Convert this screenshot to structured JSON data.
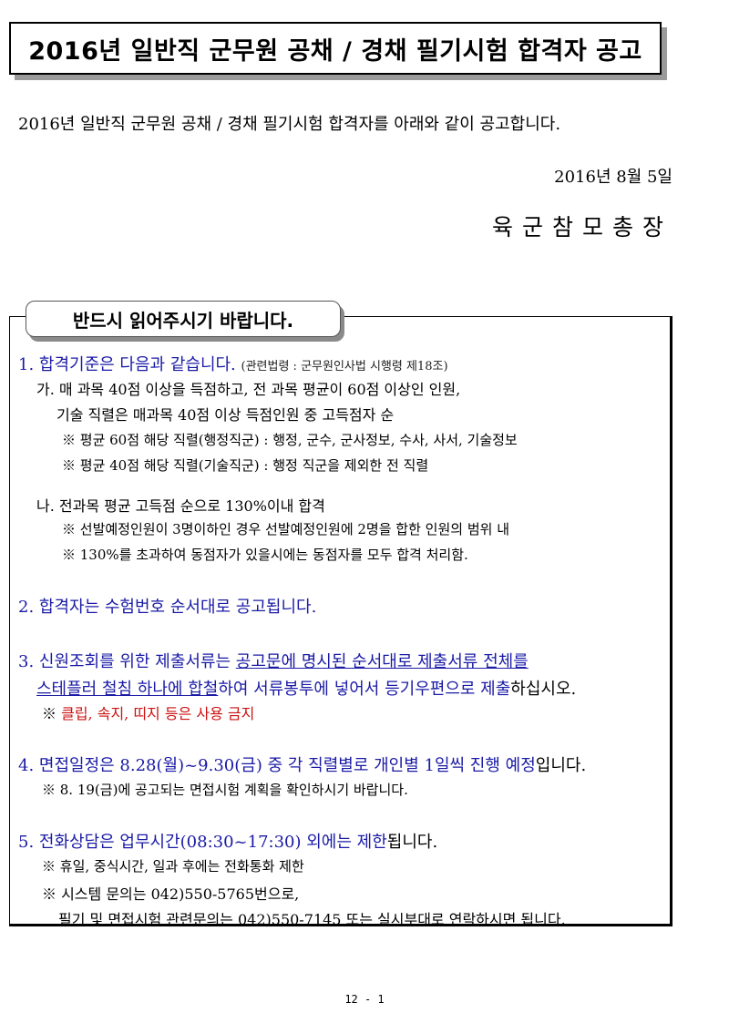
{
  "title": "2016년 일반직 군무원 공채 / 경채 필기시험 합격자 공고",
  "intro": "2016년 일반직 군무원 공채 / 경채 필기시험 합격자를 아래와 같이 공고합니다.",
  "date": "2016년 8월 5일",
  "issuer": "육군참모총장",
  "notice_tab": "반드시 읽어주시기 바랍니다.",
  "s1": {
    "head": "1. 합격기준은 다음과 같습니다.",
    "ref": "(관련법령 : 군무원인사법 시행령 제18조)",
    "a1": "가. 매 과목 40점 이상을 득점하고, 전 과목 평균이 60점 이상인 인원,",
    "a2": "기술 직렬은 매과목 40점 이상 득점인원 중 고득점자 순",
    "n1": "※ 평균 60점 해당 직렬(행정직군) : 행정, 군수, 군사정보, 수사, 사서, 기술정보",
    "n2": "※ 평균 40점 해당 직렬(기술직군) : 행정 직군을 제외한 전 직렬",
    "b1": "나. 전과목 평균 고득점 순으로 130%이내 합격",
    "n3": "※ 선발예정인원이 3명이하인 경우 선발예정인원에 2명을 합한 인원의 범위 내",
    "n4": "※ 130%를 초과하여 동점자가 있을시에는 동점자를 모두 합격 처리함."
  },
  "s2": {
    "head": "2. 합격자는 수험번호 순서대로 공고됩니다."
  },
  "s3": {
    "l1a": "3. 신원조회를 위한 제출서류는 ",
    "l1b": "공고문에 명시된 순서대로 제출서류 전체를",
    "l2a": "스테플러 철침 하나에 합철",
    "l2b": "하여 서류봉투에 넣어서 등기우편으로 제출",
    "l2c": "하십시오.",
    "note_mark": "※",
    "note_text": "클립, 속지, 띠지 등은 사용 금지"
  },
  "s4": {
    "head_a": "4. 면접일정은 8.28(월)~9.30(금) 중 각 직렬별로 개인별 1일씩 진행 예정",
    "head_b": "입니다.",
    "n1": "※ 8. 19(금)에 공고되는 면접시험 계획을 확인하시기 바랍니다."
  },
  "s5": {
    "head_a": "5. 전화상담은 업무시간(08:30~17:30) 외에는 제한",
    "head_b": "됩니다.",
    "n1": "※ 휴일, 중식시간, 일과 후에는 전화통화 제한",
    "n2": "※ 시스템 문의는 042)550-5765번으로,",
    "n3": "필기 및 면접시험 관련문의는 042)550-7145 또는 실시부대로 연락하시면 됩니다."
  },
  "footer": "12 - 1",
  "colors": {
    "blue": "#1a1aa6",
    "red": "#cc1111"
  }
}
